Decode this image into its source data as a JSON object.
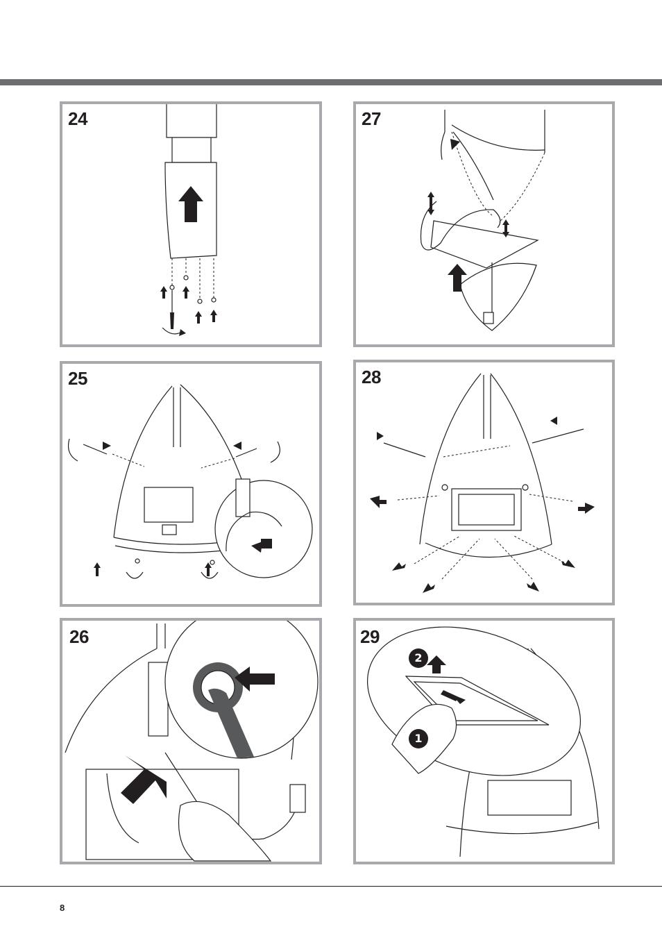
{
  "page": {
    "number": "8"
  },
  "figures": [
    {
      "id": "p24",
      "label": "24"
    },
    {
      "id": "p27",
      "label": "27"
    },
    {
      "id": "p25",
      "label": "25"
    },
    {
      "id": "p28",
      "label": "28"
    },
    {
      "id": "p26",
      "label": "26"
    },
    {
      "id": "p29",
      "label": "29"
    }
  ],
  "callouts": {
    "step_one": "1",
    "step_two": "2"
  }
}
